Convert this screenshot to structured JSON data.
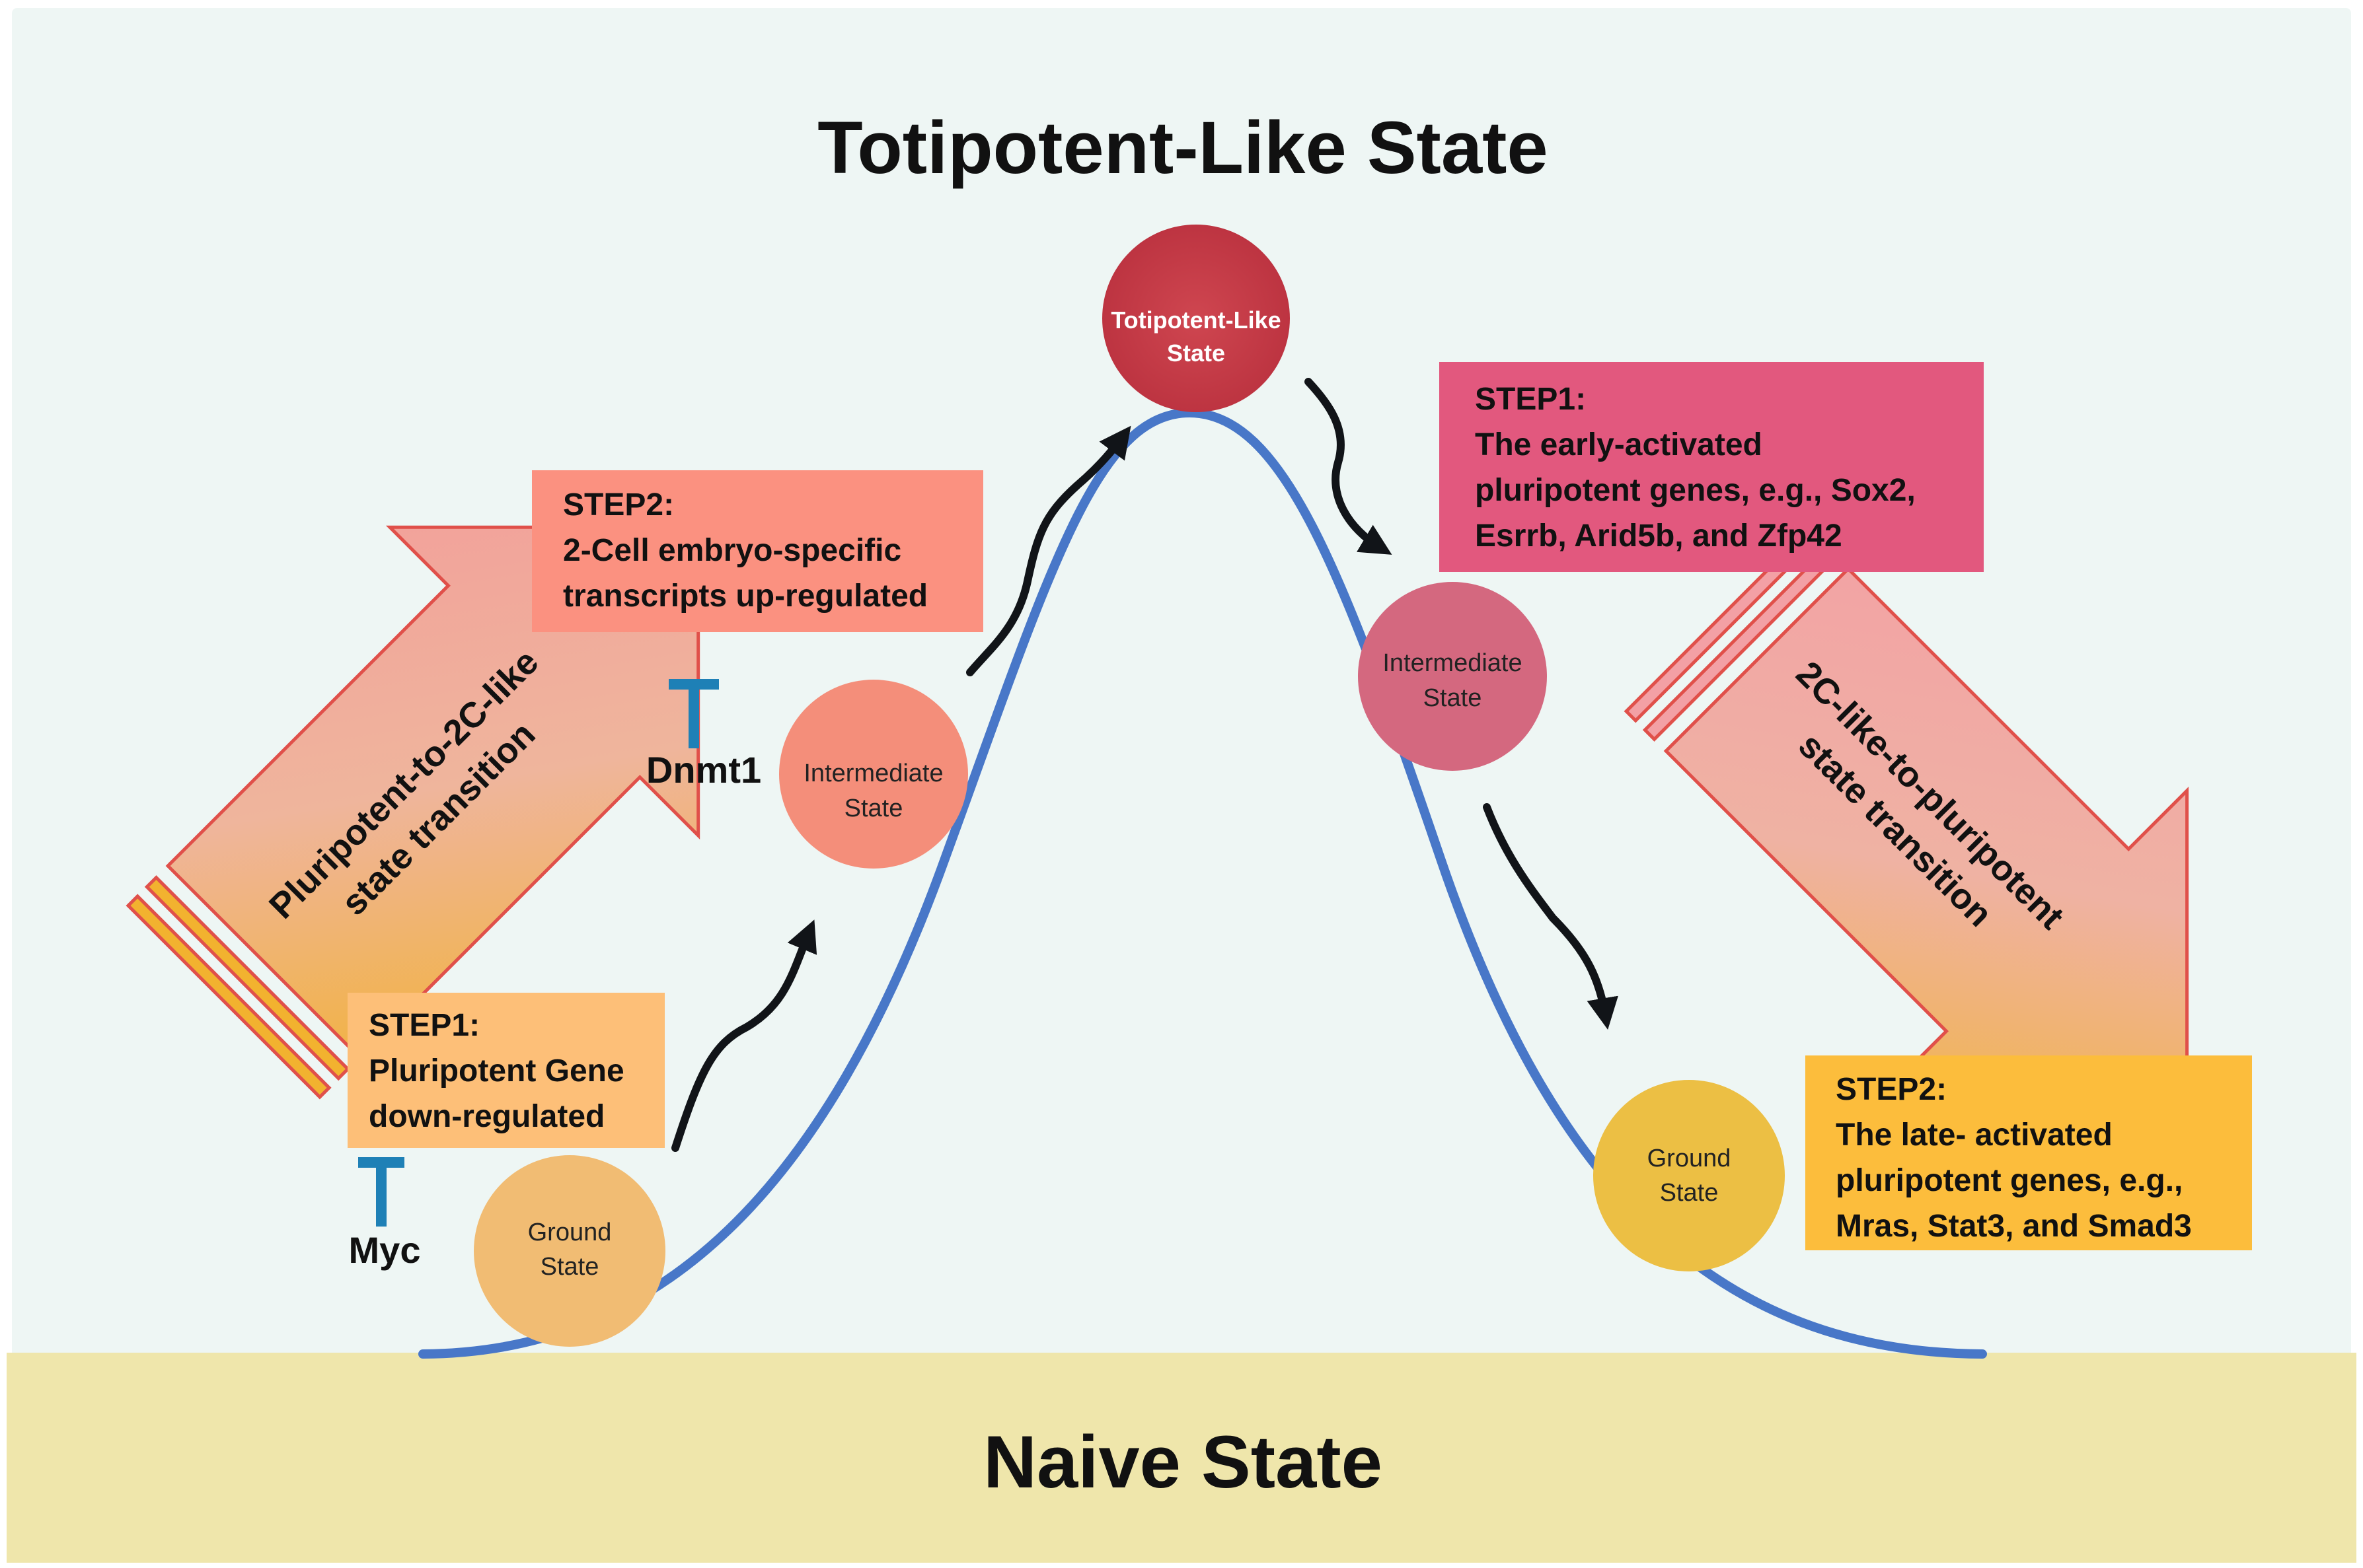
{
  "title": "Totipotent-Like State",
  "ground_label": "Naive State",
  "nodes": {
    "totipotent": [
      "Totipotent-Like",
      "State"
    ],
    "intermediate_left": [
      "Intermediate",
      "State"
    ],
    "intermediate_right": [
      "Intermediate",
      "State"
    ],
    "ground_left": [
      "Ground",
      "State"
    ],
    "ground_right": [
      "Ground",
      "State"
    ]
  },
  "boxes": {
    "left_step1": [
      "STEP1:",
      "Pluripotent Gene",
      "down-regulated"
    ],
    "left_step2": [
      "STEP2:",
      "2-Cell embryo-specific",
      "transcripts up-regulated"
    ],
    "right_step1": [
      "STEP1:",
      "The early-activated",
      "pluripotent genes, e.g., Sox2,",
      "Esrrb, Arid5b, and Zfp42"
    ],
    "right_step2": [
      "STEP2:",
      "The late- activated",
      "pluripotent genes, e.g.,",
      "Mras, Stat3, and Smad3"
    ]
  },
  "inhibitors": {
    "myc": "Myc",
    "dnmt1": "Dnmt1"
  },
  "big_arrows": {
    "left": [
      "Pluripotent-to-2C-like",
      "state transition"
    ],
    "right": [
      "2C-like-to-pluripotent",
      "state transition"
    ]
  },
  "colors": {
    "background": "#eef6f4",
    "ground_band": "#efe6ab",
    "curve": "#4877c8",
    "inhibitor": "#1e80b6",
    "totipotent_node": "#c23a46",
    "left_step1_box": "#fdbf78",
    "left_step2_box": "#fb9180",
    "right_step1_box": "#e2587e",
    "right_step2_box": "#fcbd3c"
  }
}
